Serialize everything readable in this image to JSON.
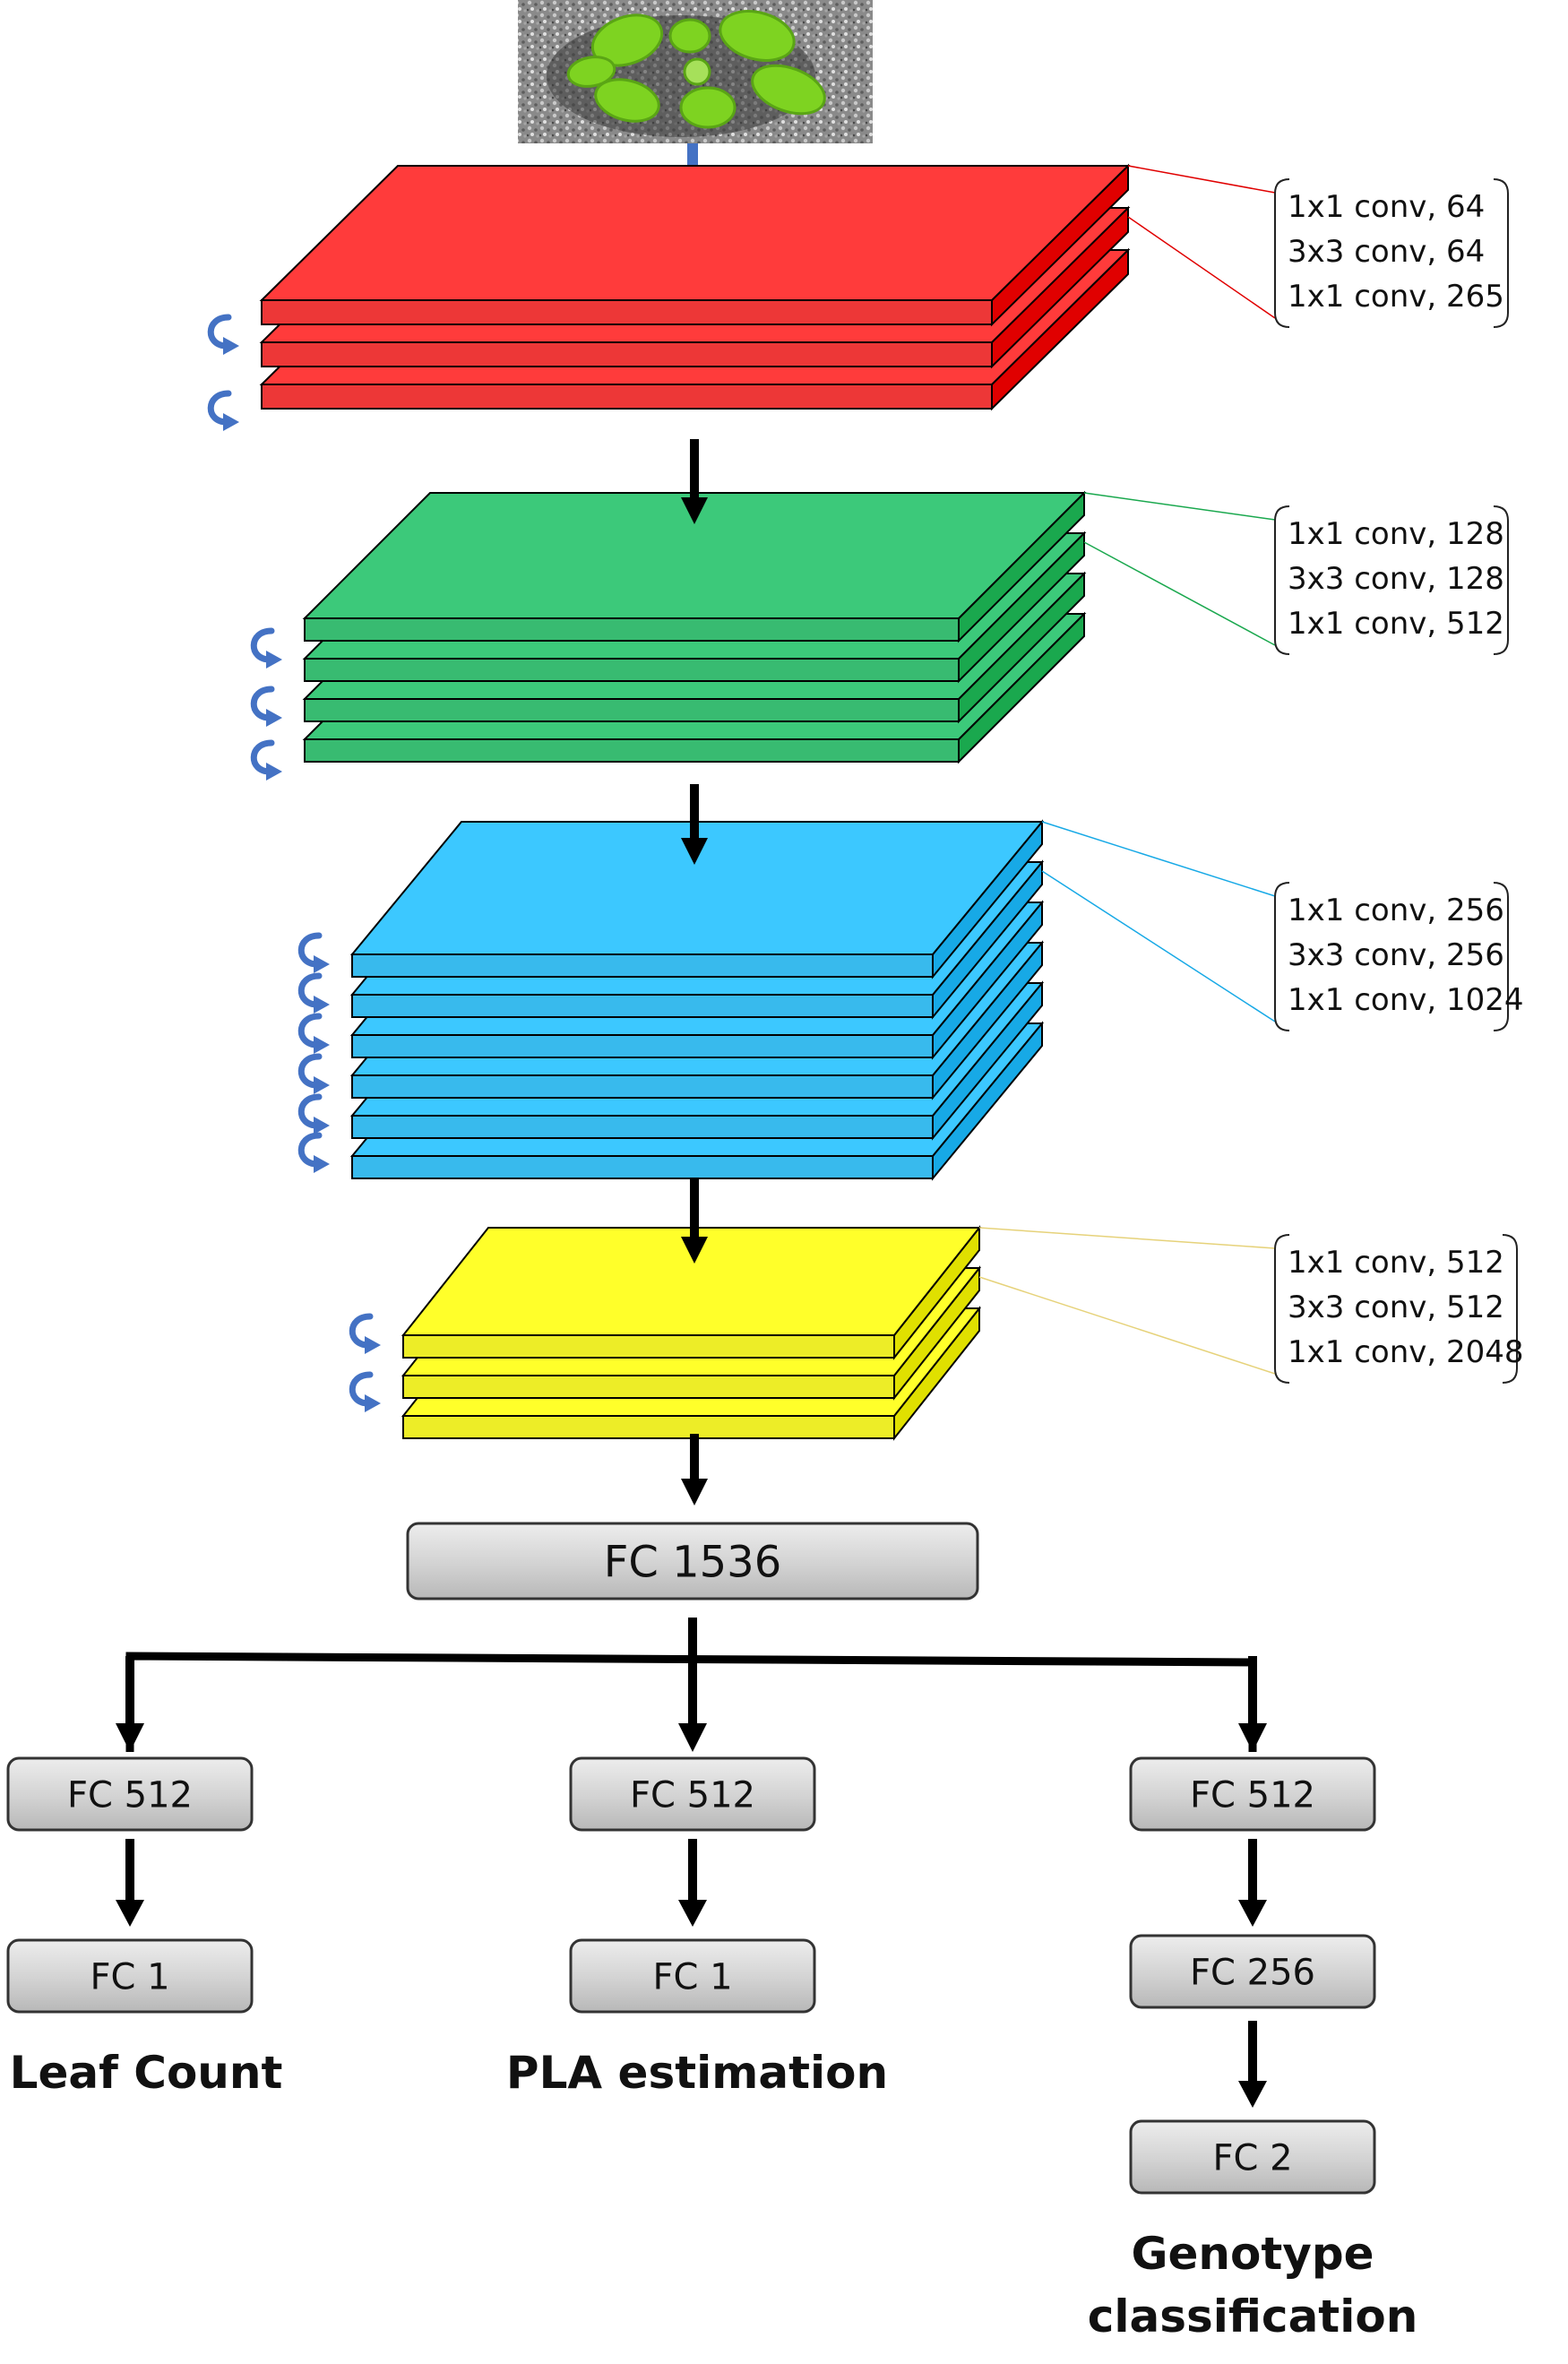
{
  "input_image": {
    "description_icon": "plant-rosette-photo"
  },
  "stages": [
    {
      "name": "stage1",
      "color": "#ff3b3b",
      "side_color": "#e00000",
      "layers": [
        "1x1 conv, 64",
        "3x3 conv, 64",
        "1x1 conv, 265"
      ]
    },
    {
      "name": "stage2",
      "color": "#3cc97a",
      "side_color": "#1aa84e",
      "layers": [
        "1x1 conv, 128",
        "3x3 conv, 128",
        "1x1 conv, 512"
      ]
    },
    {
      "name": "stage3",
      "color": "#3cc8ff",
      "side_color": "#17a9e6",
      "layers": [
        "1x1 conv, 256",
        "3x3 conv, 256",
        "1x1 conv, 1024"
      ]
    },
    {
      "name": "stage4",
      "color": "#ffff2a",
      "side_color": "#e0e000",
      "layers": [
        "1x1 conv, 512",
        "3x3 conv, 512",
        "1x1 conv, 2048"
      ]
    }
  ],
  "shared_fc": "FC 1536",
  "branches": [
    {
      "name": "leaf-count",
      "fc_layers": [
        "FC 512",
        "FC 1"
      ],
      "output_label": [
        "Leaf Count"
      ]
    },
    {
      "name": "pla-estimation",
      "fc_layers": [
        "FC 512",
        "FC 1"
      ],
      "output_label": [
        "PLA estimation"
      ]
    },
    {
      "name": "genotype-classification",
      "fc_layers": [
        "FC 512",
        "FC 256",
        "FC 2"
      ],
      "output_label": [
        "Genotype",
        "classification"
      ]
    }
  ],
  "colors": {
    "arrow": "#000000",
    "input_arrow": "#4472c4",
    "residual_arrow": "#4472c4",
    "fc_fill": "#d4d4d4"
  }
}
